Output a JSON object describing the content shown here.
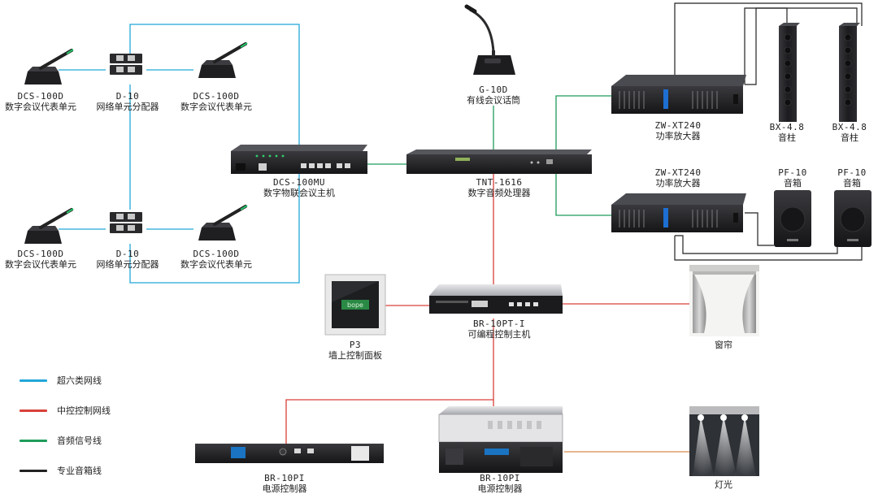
{
  "colors": {
    "cat6a": "#22a7d8",
    "control": "#d9403a",
    "audio": "#1f9c5a",
    "speaker": "#222222",
    "orange": "#d98a4a"
  },
  "devices": {
    "mic_tl": {
      "code": "DCS-100D",
      "name": "数字会议代表单元"
    },
    "splitter_t": {
      "code": "D-10",
      "name": "网络单元分配器"
    },
    "mic_tr": {
      "code": "DCS-100D",
      "name": "数字会议代表单元"
    },
    "mic_bl": {
      "code": "DCS-100D",
      "name": "数字会议代表单元"
    },
    "splitter_b": {
      "code": "D-10",
      "name": "网络单元分配器"
    },
    "mic_br": {
      "code": "DCS-100D",
      "name": "数字会议代表单元"
    },
    "host": {
      "code": "DCS-100MU",
      "name": "数字物联会议主机"
    },
    "gooseneck": {
      "code": "G-10D",
      "name": "有线会议话筒"
    },
    "dsp": {
      "code": "TNT-1616",
      "name": "数字音频处理器"
    },
    "amp1": {
      "code": "ZW-XT240",
      "name": "功率放大器"
    },
    "amp2": {
      "code": "ZW-XT240",
      "name": "功率放大器"
    },
    "col1": {
      "code": "BX-4.8",
      "name": "音柱"
    },
    "col2": {
      "code": "BX-4.8",
      "name": "音柱"
    },
    "spk1": {
      "code": "PF-10",
      "name": "音箱"
    },
    "spk2": {
      "code": "PF-10",
      "name": "音箱"
    },
    "panel": {
      "code": "P3",
      "name": "墙上控制面板"
    },
    "ctrl": {
      "code": "BR-10PT-I",
      "name": "可编程控制主机"
    },
    "curtain": {
      "code": "",
      "name": "窗帘"
    },
    "pwr1": {
      "code": "BR-10PI",
      "name": "电源控制器"
    },
    "pwr2": {
      "code": "BR-10PI",
      "name": "电源控制器"
    },
    "light": {
      "code": "",
      "name": "灯光"
    }
  },
  "panel_screen_text": "bope",
  "legend": [
    {
      "label": "超六类网线",
      "color": "#22a7d8"
    },
    {
      "label": "中控控制网线",
      "color": "#d9403a"
    },
    {
      "label": "音频信号线",
      "color": "#1f9c5a"
    },
    {
      "label": "专业音箱线",
      "color": "#222222"
    }
  ]
}
